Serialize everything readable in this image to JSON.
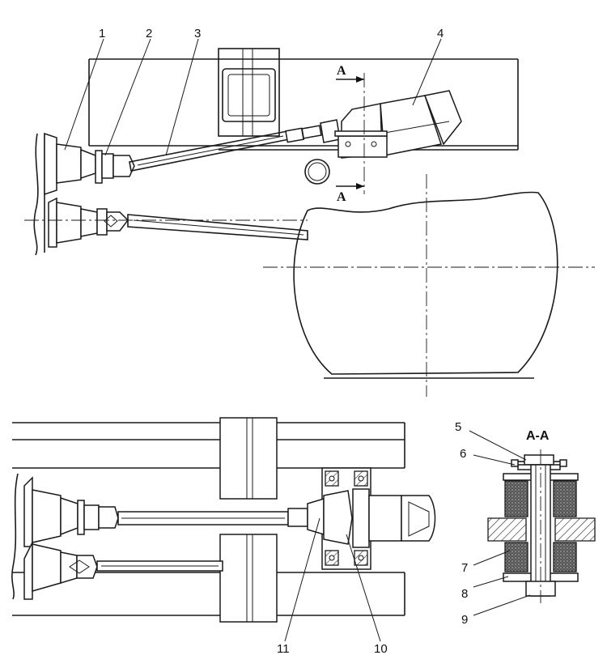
{
  "callouts": {
    "n1": "1",
    "n2": "2",
    "n3": "3",
    "n4": "4",
    "n5": "5",
    "n6": "6",
    "n7": "7",
    "n8": "8",
    "n9": "9",
    "n10": "10",
    "n11": "11"
  },
  "section": {
    "marker_top": "A",
    "marker_bottom": "A",
    "title": "А-А"
  }
}
